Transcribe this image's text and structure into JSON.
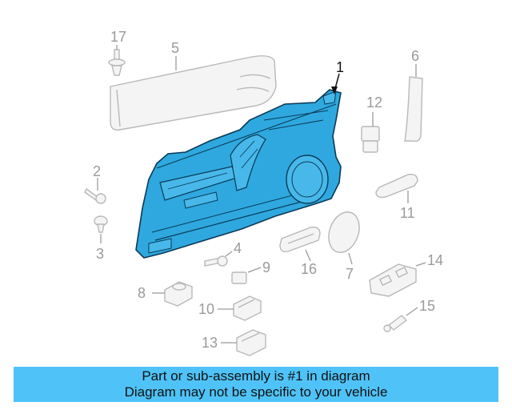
{
  "callouts": {
    "c1": "1",
    "c2": "2",
    "c3": "3",
    "c4": "4",
    "c5": "5",
    "c6": "6",
    "c7": "7",
    "c8": "8",
    "c9": "9",
    "c10": "10",
    "c11": "11",
    "c12": "12",
    "c13": "13",
    "c14": "14",
    "c15": "15",
    "c16": "16",
    "c17": "17"
  },
  "colors": {
    "highlight": "#4fc3f7",
    "panel": "#2fa8df",
    "banner": "#4fc3f7"
  },
  "banner": {
    "line1": "Part or sub-assembly is #1 in diagram",
    "line2": "Diagram may not be specific to your vehicle"
  }
}
